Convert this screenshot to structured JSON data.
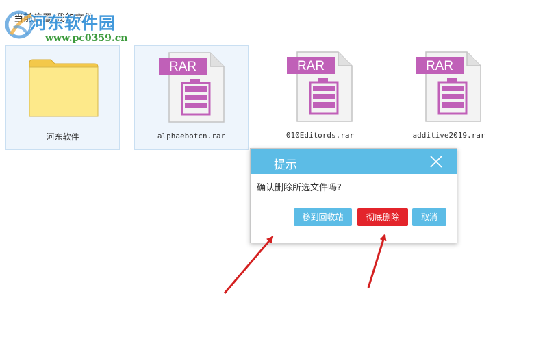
{
  "path_bar": {
    "text": "当前位置:我的文件"
  },
  "watermark": {
    "title": "河东软件园",
    "url": "www.pc0359.cn"
  },
  "files": [
    {
      "name": "河东软件",
      "type": "folder",
      "selected": true
    },
    {
      "name": "alphaebotcn.rar",
      "type": "rar",
      "selected": true,
      "badge": "RAR"
    },
    {
      "name": "010Editords.rar",
      "type": "rar",
      "selected": false,
      "badge": "RAR"
    },
    {
      "name": "additive2019.rar",
      "type": "rar",
      "selected": false,
      "badge": "RAR"
    }
  ],
  "dialog": {
    "title": "提示",
    "message": "确认删除所选文件吗?",
    "buttons": {
      "recycle": "移到回收站",
      "delete": "彻底删除",
      "cancel": "取消"
    }
  },
  "colors": {
    "header_blue": "#5cbce6",
    "delete_red": "#e3242b",
    "rar_purple": "#c060b8",
    "folder_yellow": "#fde98a",
    "arrow_red": "#d42020"
  }
}
